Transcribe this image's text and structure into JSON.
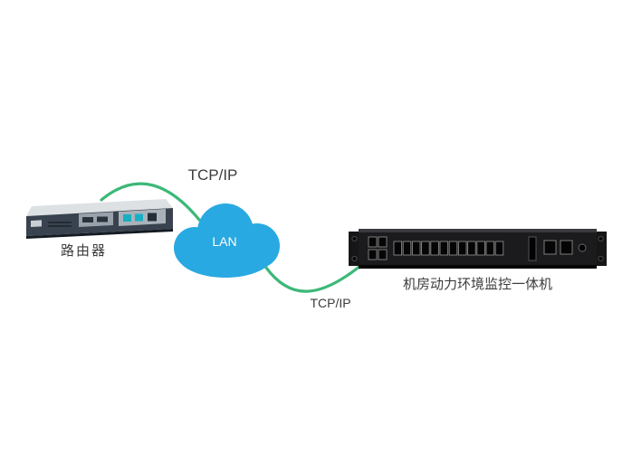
{
  "diagram": {
    "nodes": {
      "router": {
        "label": "路由器"
      },
      "cloud": {
        "label": "LAN"
      },
      "monitor": {
        "label": "机房动力环境监控一体机"
      }
    },
    "links": {
      "router_cloud": {
        "label": "TCP/IP"
      },
      "cloud_monitor": {
        "label": "TCP/IP"
      }
    },
    "colors": {
      "cloud": "#29A9E1",
      "link": "#3CB878",
      "label_text": "#3C3C3C"
    }
  }
}
